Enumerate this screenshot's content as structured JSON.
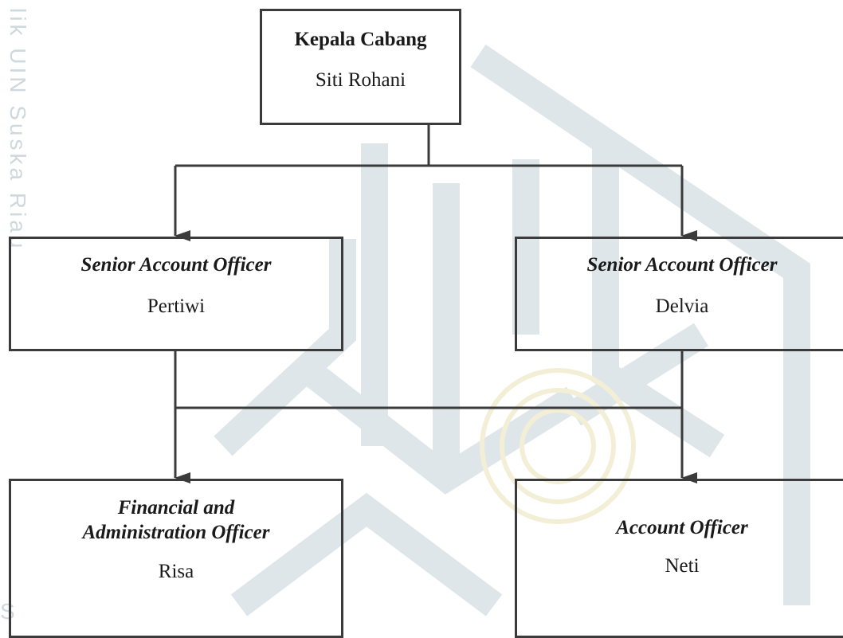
{
  "watermark": {
    "side_text": "lik UIN Suska Riau",
    "side_text_bottom": "S",
    "color": "#cfd8dc",
    "emblem_color": "#dfe6ea",
    "seal_color": "#f3efd6"
  },
  "org_chart": {
    "head": {
      "title": "Kepala Cabang",
      "name": "Siti Rohani"
    },
    "senior_left": {
      "title": "Senior Account Officer",
      "name": "Pertiwi"
    },
    "senior_right": {
      "title": "Senior Account Officer",
      "name": "Delvia"
    },
    "finance": {
      "title_line1": "Financial and",
      "title_line2": "Administration Officer",
      "name": "Risa"
    },
    "account_officer": {
      "title": "Account Officer",
      "name": "Neti"
    }
  },
  "colors": {
    "line": "#3b3b3b"
  }
}
